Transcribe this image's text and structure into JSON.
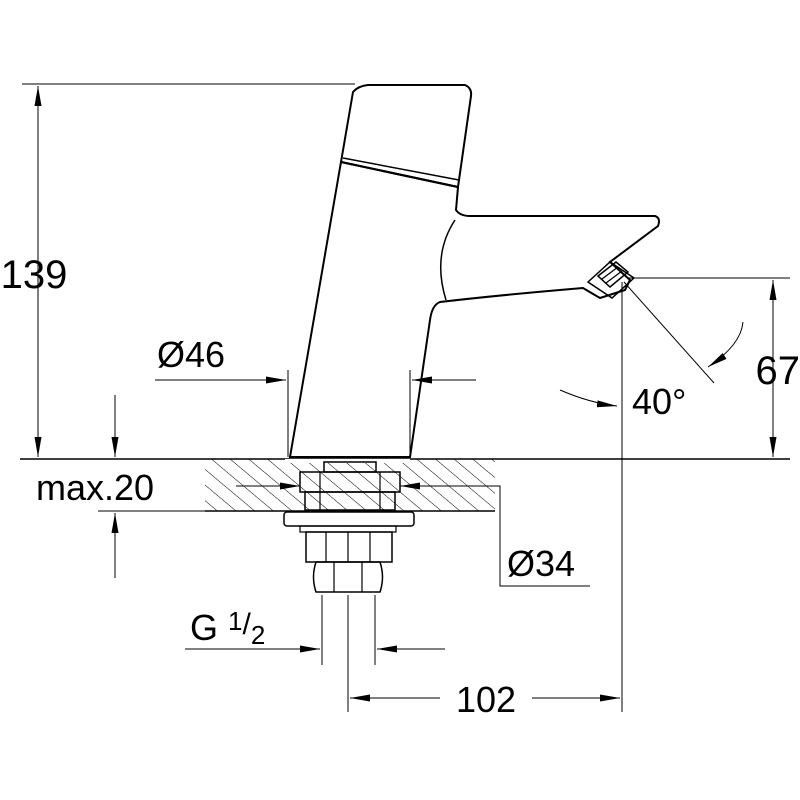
{
  "colors": {
    "ink": "#000000",
    "paper": "#ffffff"
  },
  "dimensions": {
    "total_height": "139",
    "base_diameter": "Ø46",
    "mount_max": "max.20",
    "shank_diameter": "Ø34",
    "spout_height": "67",
    "spray_angle": "40°",
    "thread_main": "G ",
    "thread_num": "1",
    "thread_sep": "/",
    "thread_den": "2",
    "spout_reach": "102"
  }
}
